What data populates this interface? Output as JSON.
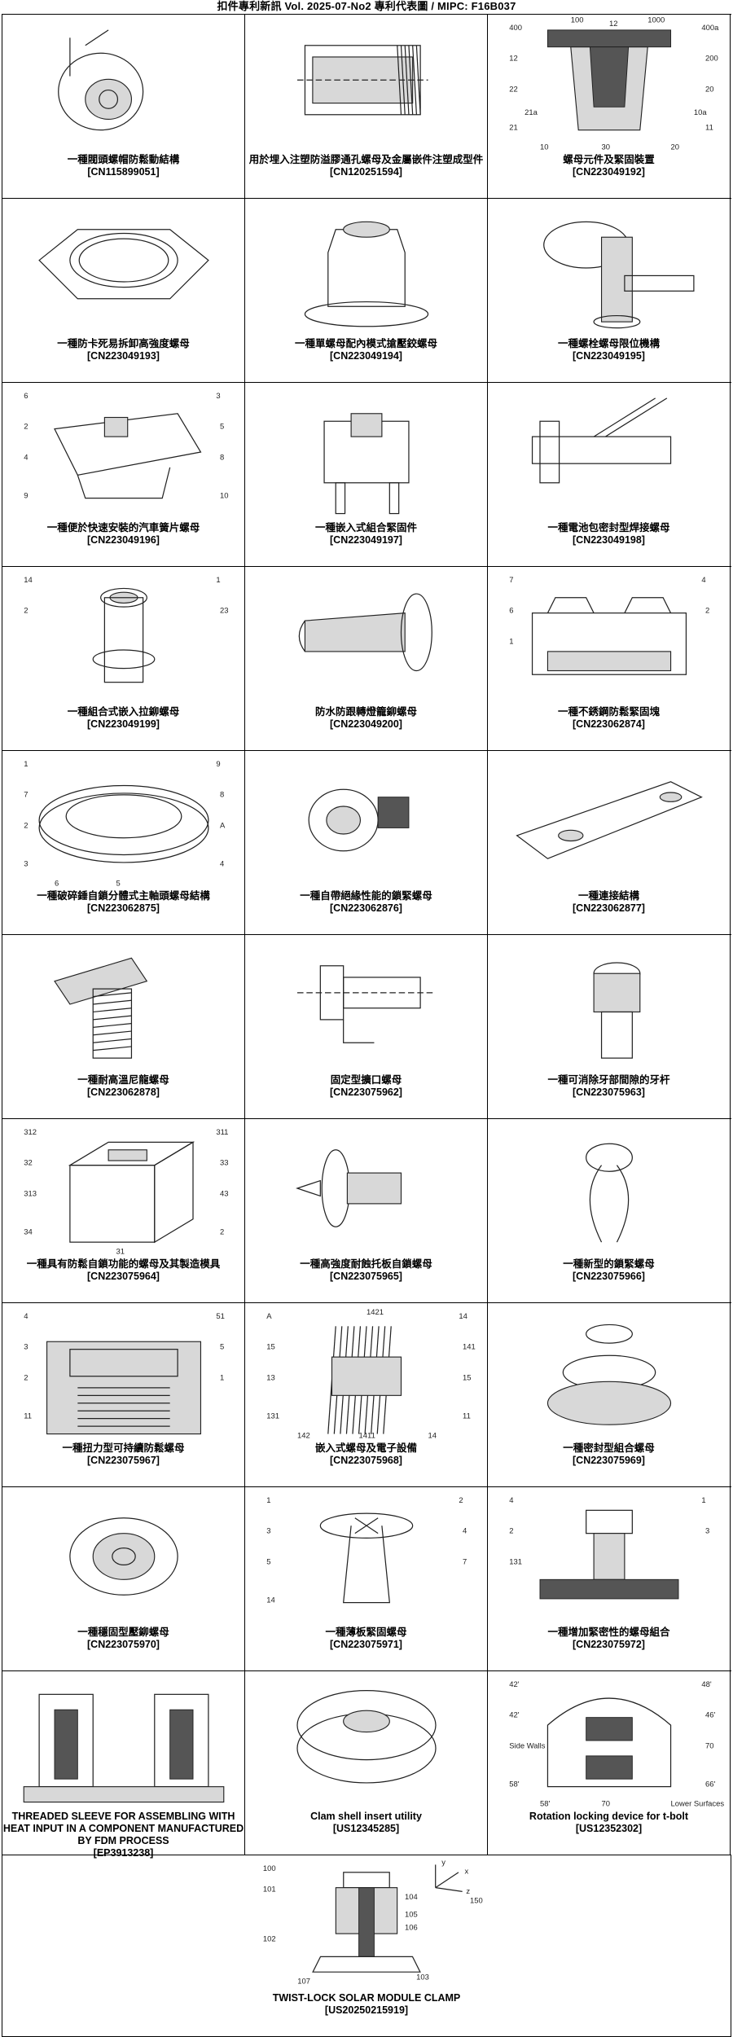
{
  "header": {
    "title": "扣件專利新訊  Vol. 2025-07-No2  專利代表圖  /  MIPC:  F16B037"
  },
  "patents": [
    {
      "title": "一種閥頭螺帽防鬆動結構",
      "number": "[CN115899051]",
      "icon": "valve-head-nut-figure"
    },
    {
      "title": "用於埋入注塑防溢膠通孔螺母及金屬嵌件注塑成型件",
      "number": "[CN120251594]",
      "icon": "through-hole-insert-nut-figure"
    },
    {
      "title": "螺母元件及緊固裝置",
      "number": "[CN223049192]",
      "icon": "nut-element-fastening-figure"
    },
    {
      "title": "一種防卡死易拆卸高強度螺母",
      "number": "[CN223049193]",
      "icon": "hex-nut-figure"
    },
    {
      "title": "一種單螺母配內模式搶壓鉸螺母",
      "number": "[CN223049194]",
      "icon": "single-nut-figure"
    },
    {
      "title": "一種螺栓螺母限位機構",
      "number": "[CN223049195]",
      "icon": "bolt-nut-limit-figure"
    },
    {
      "title": "一種便於快速安裝的汽車簧片螺母",
      "number": "[CN223049196]",
      "icon": "spring-nut-figure"
    },
    {
      "title": "一種嵌入式組合緊固件",
      "number": "[CN223049197]",
      "icon": "embedded-fastener-figure"
    },
    {
      "title": "一種電池包密封型焊接螺母",
      "number": "[CN223049198]",
      "icon": "weld-nut-figure"
    },
    {
      "title": "一種組合式嵌入拉鉚螺母",
      "number": "[CN223049199]",
      "icon": "rivet-nut-figure"
    },
    {
      "title": "防水防跟轉燈籠鉚螺母",
      "number": "[CN223049200]",
      "icon": "lantern-rivet-nut-figure"
    },
    {
      "title": "一種不銹鋼防鬆緊固塊",
      "number": "[CN223062874]",
      "icon": "fastening-block-figure"
    },
    {
      "title": "一種破碎錘自鎖分體式主軸頭螺母結構",
      "number": "[CN223062875]",
      "icon": "ring-nut-figure"
    },
    {
      "title": "一種自帶絕緣性能的鎖緊螺母",
      "number": "[CN223062876]",
      "icon": "insulated-lock-nut-figure"
    },
    {
      "title": "一種連接結構",
      "number": "[CN223062877]",
      "icon": "connecting-plate-figure"
    },
    {
      "title": "一種耐高溫尼龍螺母",
      "number": "[CN223062878]",
      "icon": "nylon-nut-figure"
    },
    {
      "title": "固定型擴口螺母",
      "number": "[CN223075962]",
      "icon": "flare-nut-figure"
    },
    {
      "title": "一種可消除牙部間隙的牙杆",
      "number": "[CN223075963]",
      "icon": "threaded-rod-figure"
    },
    {
      "title": "一種具有防鬆自鎖功能的螺母及其製造模具",
      "number": "[CN223075964]",
      "icon": "self-lock-nut-mold-figure"
    },
    {
      "title": "一種高強度耐蝕托板自鎖螺母",
      "number": "[CN223075965]",
      "icon": "anchor-nut-figure"
    },
    {
      "title": "一種新型的鎖緊螺母",
      "number": "[CN223075966]",
      "icon": "new-lock-nut-figure"
    },
    {
      "title": "一種扭力型可持續防鬆螺母",
      "number": "[CN223075967]",
      "icon": "torque-nut-section-figure"
    },
    {
      "title": "嵌入式螺母及電子設備",
      "number": "[CN223075968]",
      "icon": "embedded-nut-knurl-figure"
    },
    {
      "title": "一種密封型組合螺母",
      "number": "[CN223075969]",
      "icon": "sealed-combo-nut-figure"
    },
    {
      "title": "一種穩固型壓鉚螺母",
      "number": "[CN223075970]",
      "icon": "clinch-nut-figure"
    },
    {
      "title": "一種薄板緊固螺母",
      "number": "[CN223075971]",
      "icon": "thin-plate-nut-figure"
    },
    {
      "title": "一種增加緊密性的螺母組合",
      "number": "[CN223075972]",
      "icon": "tight-nut-assembly-figure"
    },
    {
      "title": "THREADED SLEEVE FOR ASSEMBLING WITH HEAT INPUT IN A COMPONENT MANUFACTURED BY FDM PROCESS",
      "number": "[EP3913238]",
      "icon": "threaded-sleeve-figure"
    },
    {
      "title": "Clam shell insert utility",
      "number": "[US12345285]",
      "icon": "clam-shell-insert-figure"
    },
    {
      "title": "Rotation locking device for t-bolt",
      "number": "[US12352302]",
      "icon": "t-bolt-locking-figure"
    }
  ],
  "last_patent": {
    "title": "TWIST-LOCK SOLAR MODULE CLAMP",
    "number": "[US20250215919]",
    "icon": "solar-clamp-figure"
  },
  "figure_labels": {
    "p3": [
      "400",
      "400a",
      "200",
      "12",
      "22",
      "20",
      "21",
      "11",
      "30",
      "10",
      "20",
      "12",
      "10a",
      "21a",
      "1000",
      "100"
    ],
    "p7": [
      "6",
      "3",
      "5",
      "2",
      "4",
      "8",
      "9",
      "10"
    ],
    "p10": [
      "14",
      "1",
      "23",
      "2"
    ],
    "p12": [
      "7",
      "4",
      "2",
      "6",
      "1"
    ],
    "p13": [
      "1",
      "9",
      "8",
      "7",
      "2",
      "A",
      "3",
      "4",
      "5",
      "6"
    ],
    "p19": [
      "312",
      "311",
      "33",
      "32",
      "313",
      "43",
      "34",
      "2",
      "31"
    ],
    "p22": [
      "4",
      "51",
      "5",
      "3",
      "2",
      "1",
      "11"
    ],
    "p23": [
      "A",
      "14",
      "141",
      "15",
      "13",
      "15",
      "131",
      "11",
      "1411",
      "142",
      "14",
      "1421"
    ],
    "p26": [
      "1",
      "2",
      "4",
      "3",
      "5",
      "7",
      "14"
    ],
    "p27": [
      "4",
      "1",
      "3",
      "2",
      "131"
    ],
    "p30": [
      "42'",
      "48'",
      "46'",
      "42'",
      "Side Walls",
      "70",
      "58'",
      "66'",
      "70",
      "58'",
      "Lower Surfaces"
    ],
    "p31": [
      "100",
      "101",
      "102",
      "104",
      "105",
      "106",
      "107",
      "103",
      "150",
      "x",
      "y",
      "z"
    ]
  }
}
